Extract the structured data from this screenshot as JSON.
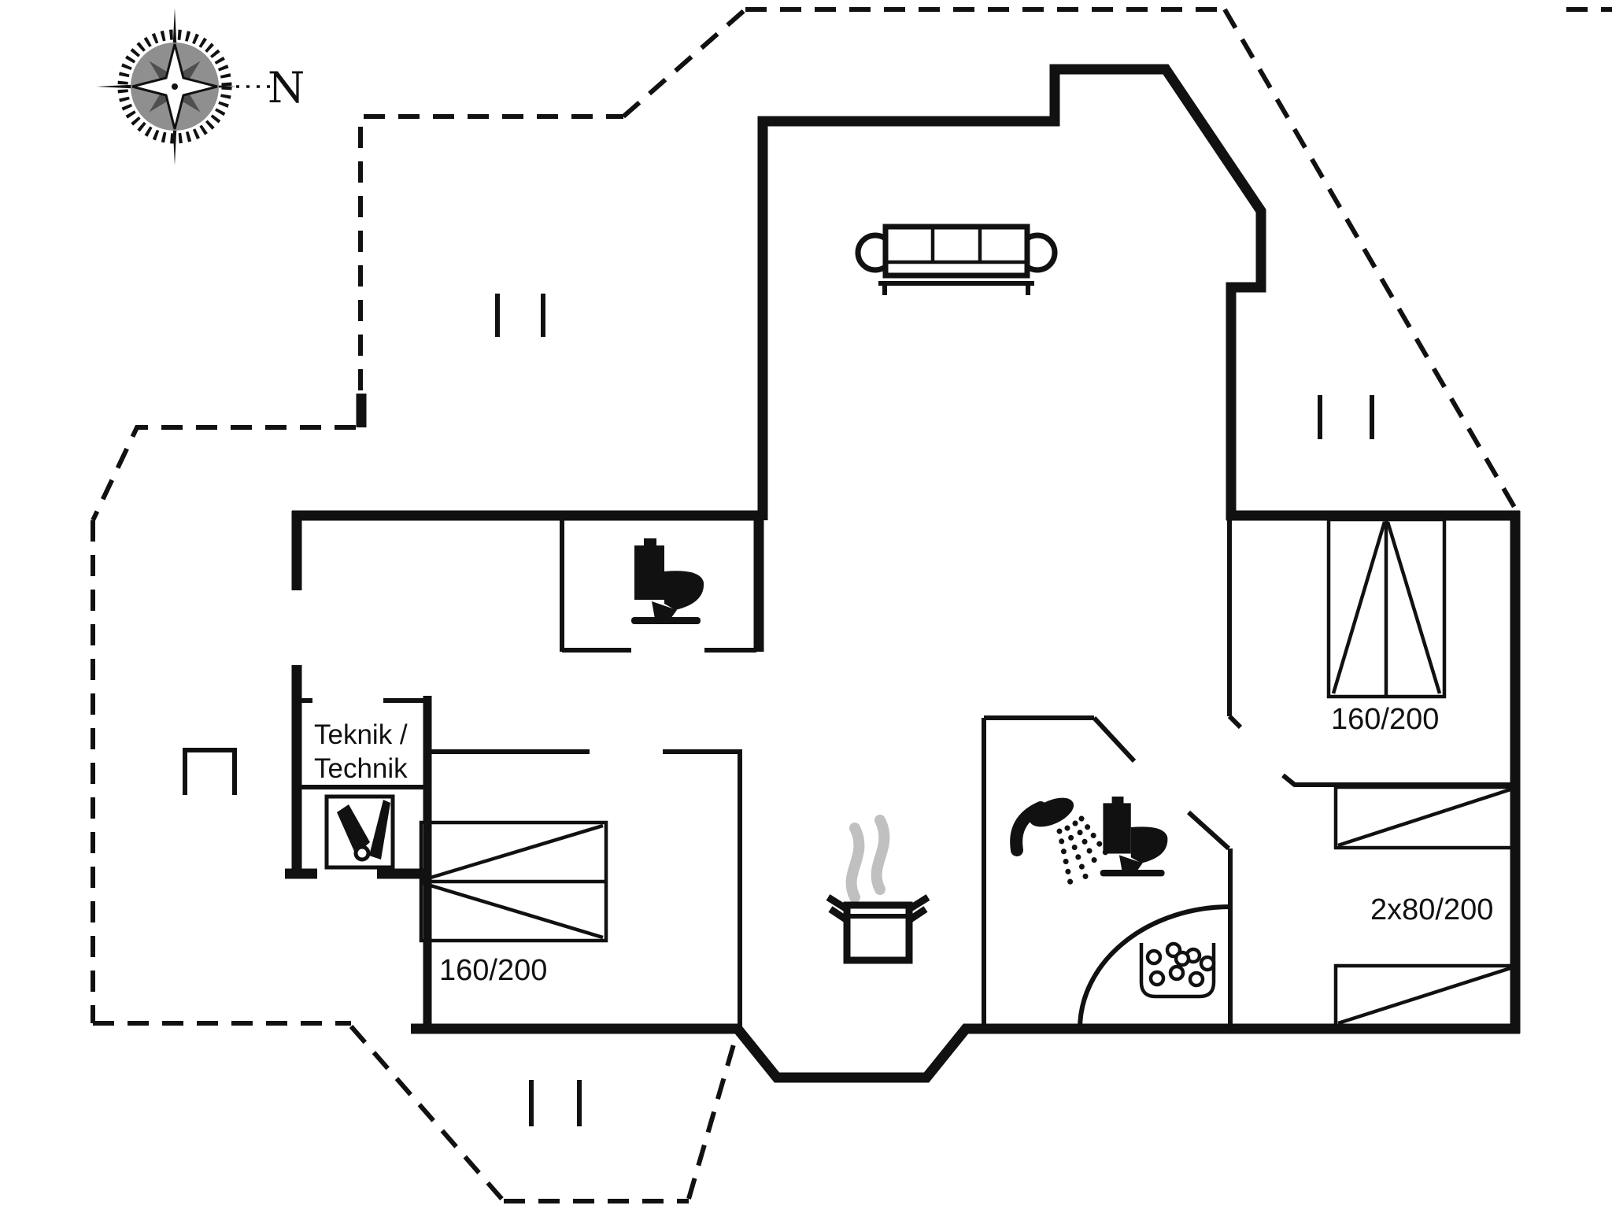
{
  "floorplan": {
    "compass": {
      "north_label": "N"
    },
    "technik_room": {
      "label_line1": "Teknik /",
      "label_line2": "Technik"
    },
    "beds": {
      "left_double": {
        "size_label": "160/200",
        "type": "double bed"
      },
      "right_top_double": {
        "size_label": "160/200",
        "type": "double bed"
      },
      "right_singles": {
        "size_label": "2x80/200",
        "type": "two single beds"
      }
    },
    "icons": [
      "compass-rose-icon",
      "sofa-icon",
      "toilet-icon",
      "shower-icon",
      "toilet-icon",
      "cooking-pot-icon",
      "steam-icon",
      "tools-icon",
      "pebble-drain-icon"
    ],
    "colors": {
      "line": "#111111",
      "steam": "#c0c0c0",
      "compass_disc": "#8f8f8f",
      "background": "#ffffff"
    }
  }
}
